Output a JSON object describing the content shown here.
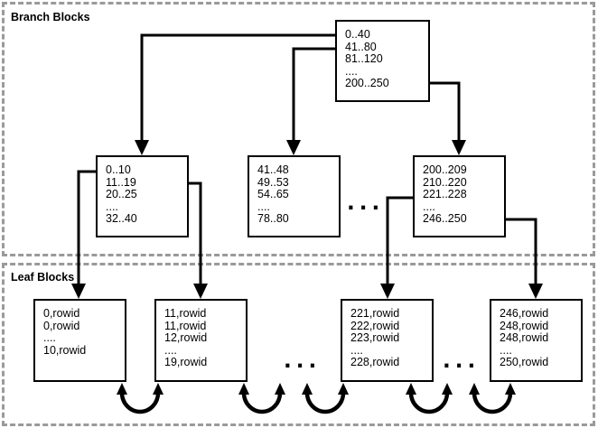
{
  "diagram": {
    "sections": {
      "branch": {
        "label": "Branch Blocks"
      },
      "leaf": {
        "label": "Leaf Blocks"
      }
    },
    "blocks": {
      "root": {
        "lines": [
          "0..40",
          "41..80",
          "81..120",
          "....",
          "200..250"
        ]
      },
      "branch_left": {
        "lines": [
          "0..10",
          "11..19",
          "20..25",
          "....",
          "32..40"
        ]
      },
      "branch_middle": {
        "lines": [
          "41..48",
          "49..53",
          "54..65",
          "....",
          "78..80"
        ]
      },
      "branch_right": {
        "lines": [
          "200..209",
          "210..220",
          "221..228",
          "....",
          "246..250"
        ]
      },
      "leaf_1": {
        "lines": [
          "0,rowid",
          "0,rowid",
          "....",
          "10,rowid"
        ]
      },
      "leaf_2": {
        "lines": [
          "11,rowid",
          "11,rowid",
          "12,rowid",
          "....",
          "19,rowid"
        ]
      },
      "leaf_3": {
        "lines": [
          "221,rowid",
          "222,rowid",
          "223,rowid",
          "....",
          "228,rowid"
        ]
      },
      "leaf_4": {
        "lines": [
          "246,rowid",
          "248,rowid",
          "248,rowid",
          "....",
          "250,rowid"
        ]
      }
    },
    "ellipsis": "...",
    "colors": {
      "line": "#000000",
      "dashed_border": "#9a9a9a",
      "block_border": "#000000",
      "background": "#ffffff",
      "text": "#000000"
    }
  }
}
